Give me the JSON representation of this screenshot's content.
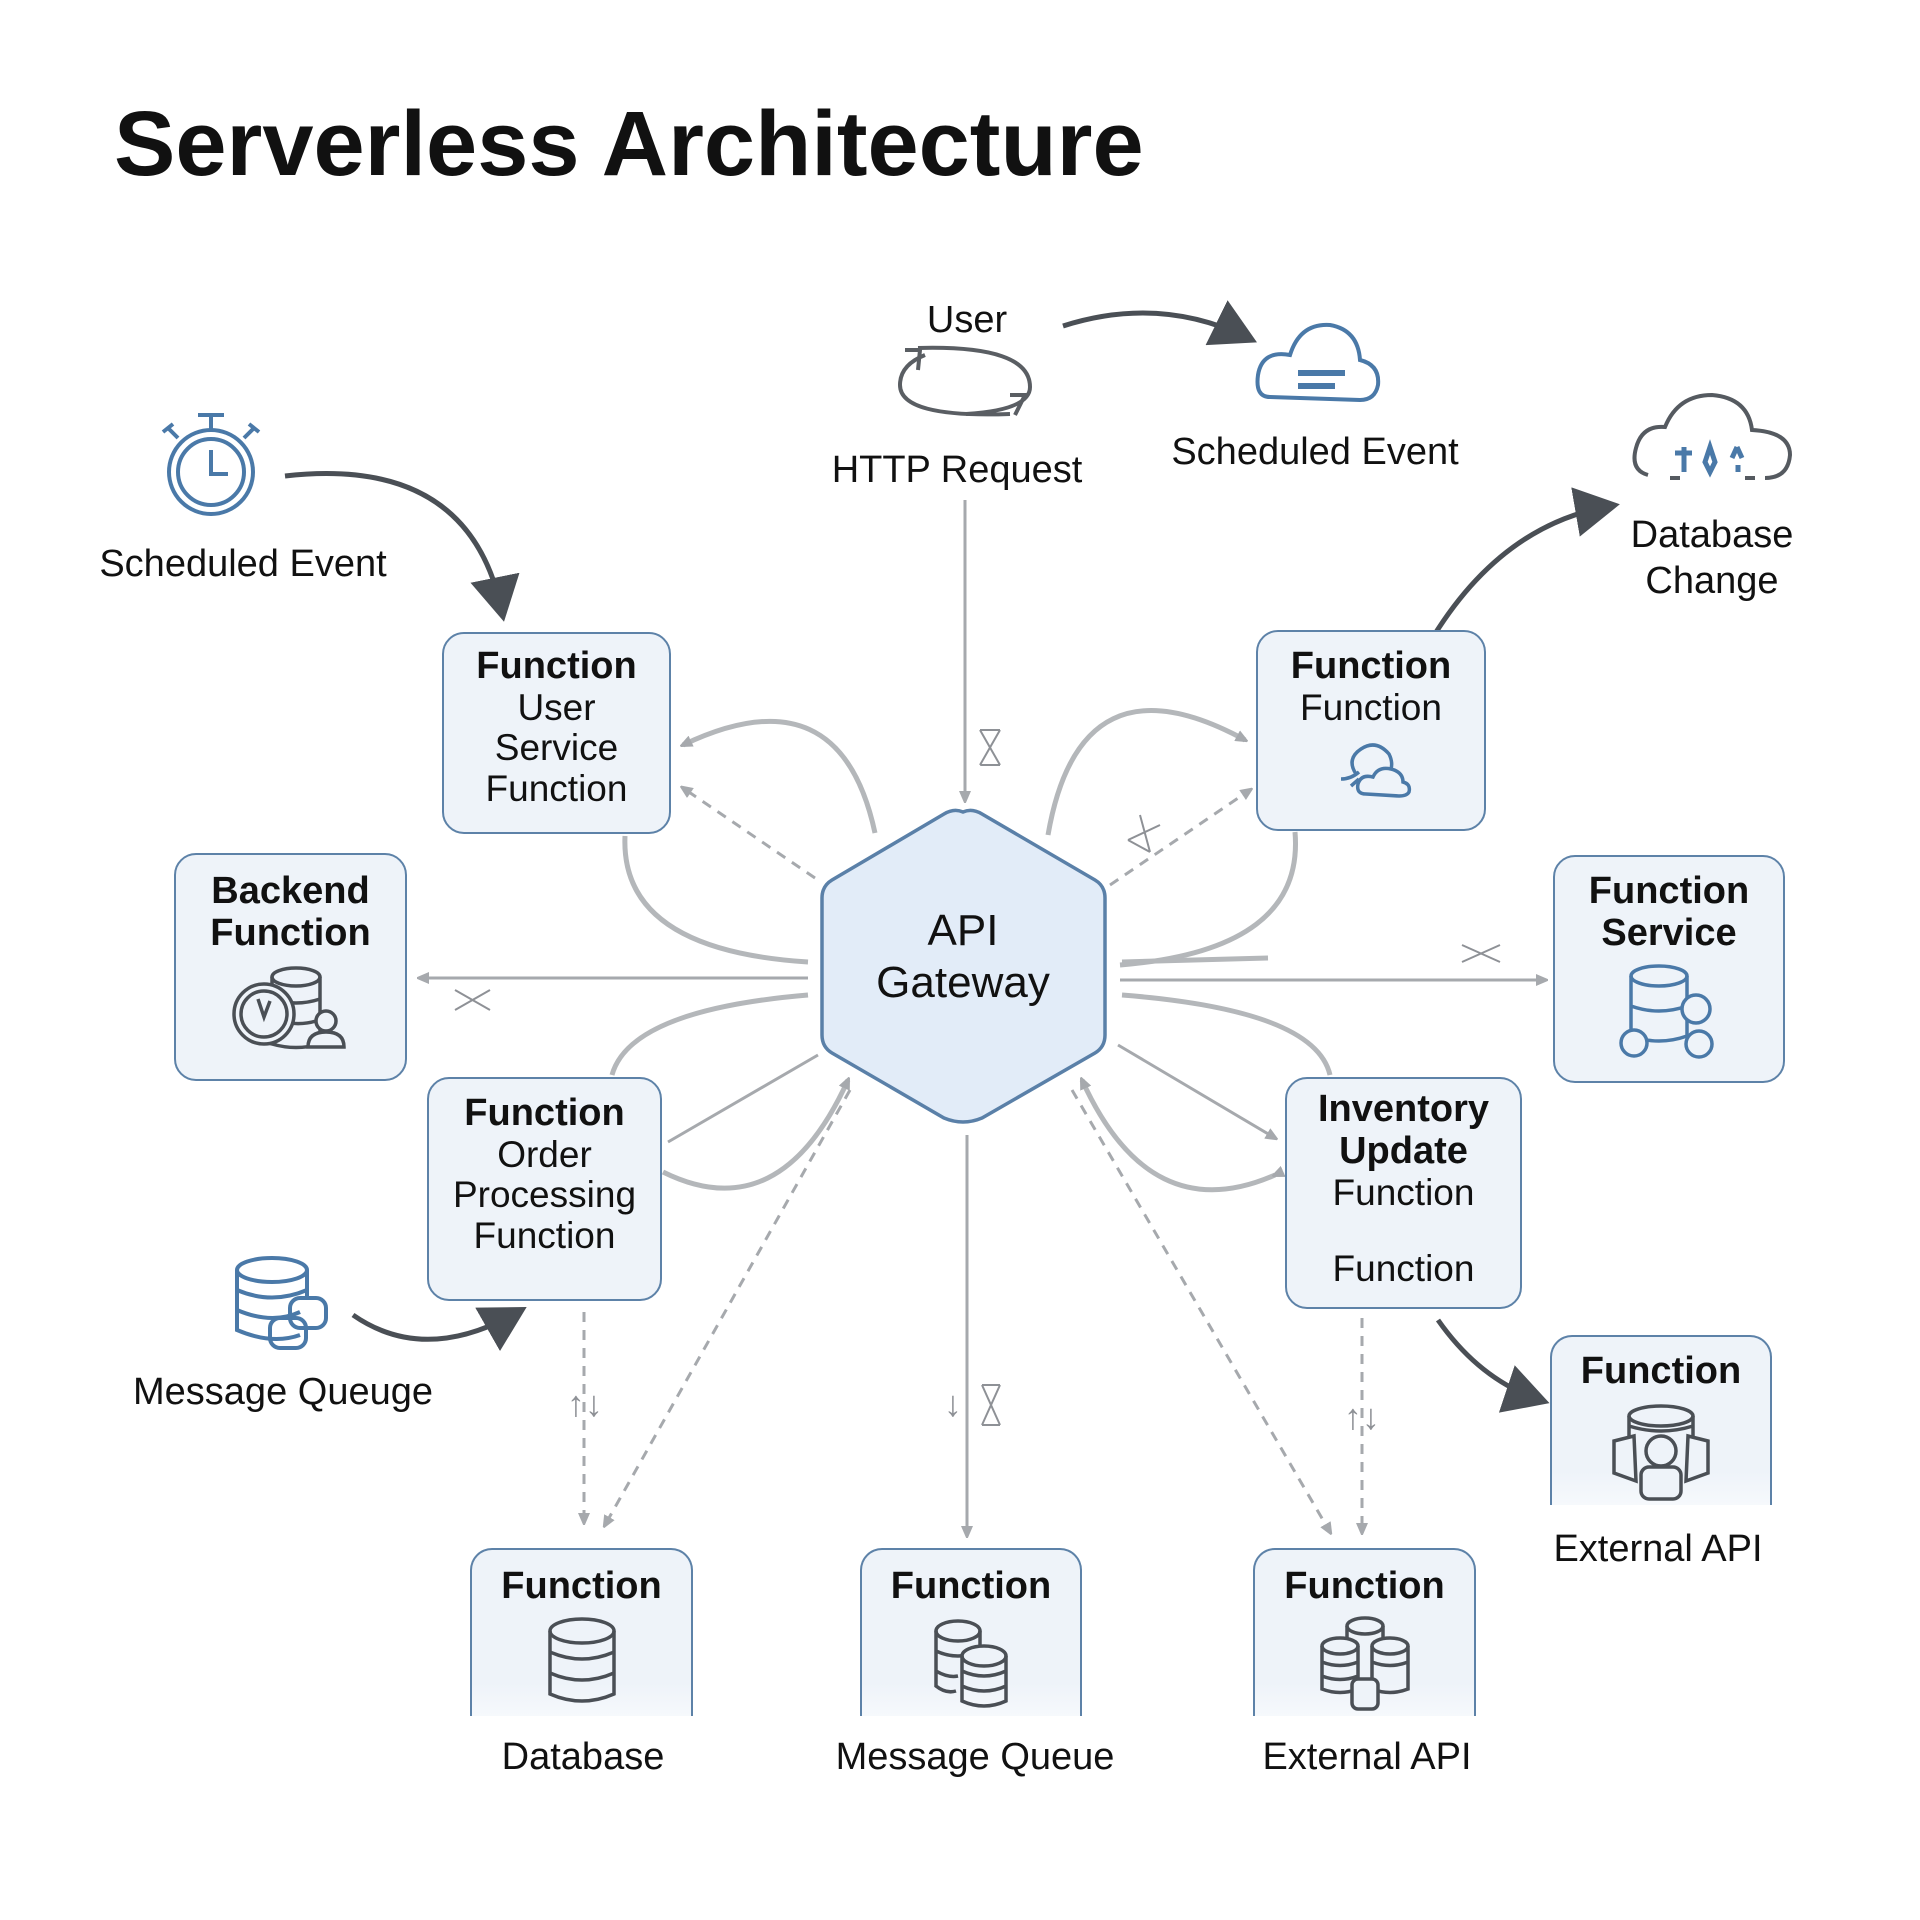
{
  "title": "Serverless Architecture",
  "colors": {
    "accent_blue": "#4a79a8",
    "box_fill": "#eef3f9",
    "box_border": "#5d82a8",
    "hex_fill": "#e2ecf8",
    "arrow_dark": "#4a4f55",
    "arrow_light": "#a6a9ad"
  },
  "sources": {
    "user": {
      "label": "User",
      "icon": "cycle-arrows-icon"
    },
    "http_request": {
      "label": "HTTP Request"
    },
    "scheduled_event_top": {
      "label": "Scheduled Event",
      "icon": "cloud-icon"
    },
    "database_change": {
      "label_line1": "Database",
      "label_line2": "Change",
      "icon": "cloud-upload-icon"
    },
    "scheduled_event_left": {
      "label": "Scheduled Event",
      "icon": "stopwatch-icon"
    },
    "message_queue_left": {
      "label": "Message Queuge",
      "icon": "database-stack-icon"
    }
  },
  "gateway": {
    "line1": "API",
    "line2": "Gateway"
  },
  "nodes": {
    "user_service": {
      "title": "Function",
      "lines": [
        "User",
        "Service",
        "Function"
      ]
    },
    "function_function": {
      "title": "Function",
      "sub": "Function",
      "icon": "clouds-icon"
    },
    "backend": {
      "title_line1": "Backend",
      "title_line2": "Function",
      "icon": "clock-database-user-icon"
    },
    "function_service": {
      "title_line1": "Function",
      "title_line2": "Service",
      "icon": "database-gears-icon"
    },
    "order_processing": {
      "title": "Function",
      "lines": [
        "Order",
        "Processing",
        "Function"
      ]
    },
    "inventory_update": {
      "title_line1": "Inventory",
      "title_line2": "Update",
      "sub1": "Function",
      "sub2": "Function"
    },
    "external_api_right": {
      "title": "Function",
      "label": "External API",
      "icon": "database-user-icon"
    }
  },
  "bottom": [
    {
      "title": "Function",
      "label": "Database",
      "icon": "database-icon"
    },
    {
      "title": "Function",
      "label": "Message Queue",
      "icon": "double-database-icon"
    },
    {
      "title": "Function",
      "label": "External API",
      "icon": "database-cluster-icon"
    }
  ],
  "arrow_glyphs": {
    "up_down": "↑↓",
    "down": "↓"
  }
}
